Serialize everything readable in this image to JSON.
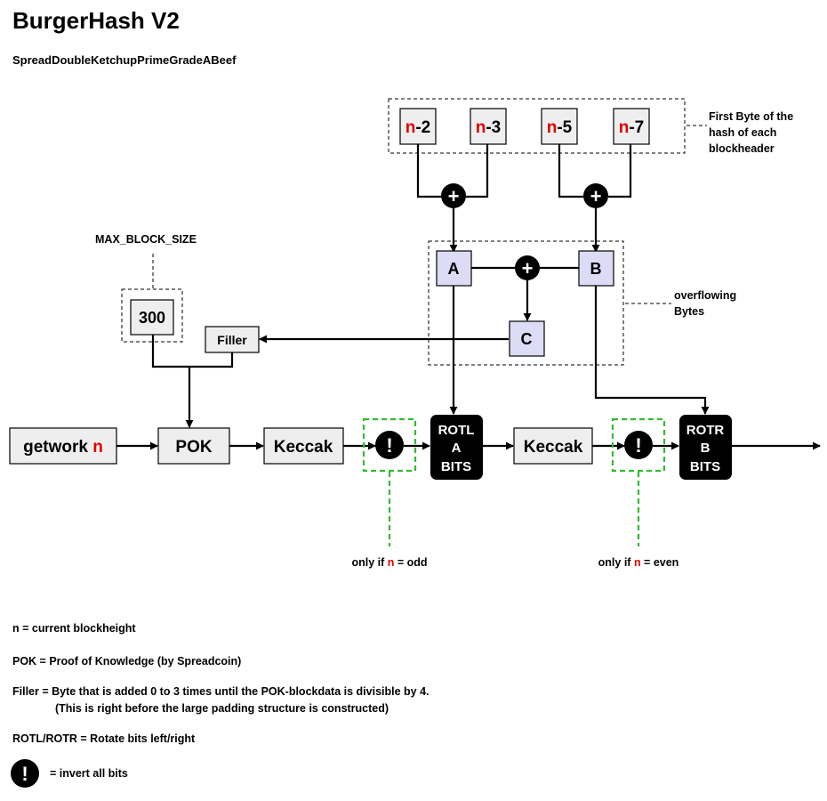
{
  "title": "BurgerHash V2",
  "subtitle": "SpreadDoubleKetchupPrimeGradeABeef",
  "inputs": [
    {
      "prefix": "n",
      "suffix": "-2"
    },
    {
      "prefix": "n",
      "suffix": "-3"
    },
    {
      "prefix": "n",
      "suffix": "-5"
    },
    {
      "prefix": "n",
      "suffix": "-7"
    }
  ],
  "inputs_note": [
    "First Byte of the",
    "hash of each",
    "blockheader"
  ],
  "overflow_note": [
    "overflowing",
    "Bytes"
  ],
  "max_block_label": "MAX_BLOCK_SIZE",
  "max_block_value": "300",
  "nodes": {
    "a": "A",
    "b": "B",
    "c": "C",
    "filler": "Filler",
    "getwork_prefix": "getwork ",
    "getwork_n": "n",
    "pok": "POK",
    "keccak1": "Keccak",
    "keccak2": "Keccak",
    "rotl": [
      "ROTL",
      "A",
      "BITS"
    ],
    "rotr": [
      "ROTR",
      "B",
      "BITS"
    ],
    "invert_symbol": "!",
    "plus_symbol": "+"
  },
  "conditions": {
    "odd": {
      "before": "only if ",
      "n": "n",
      "after": " = odd"
    },
    "even": {
      "before": "only if ",
      "n": "n",
      "after": " = even"
    }
  },
  "legend": {
    "n_def": "n = current blockheight",
    "pok_def": "POK = Proof of Knowledge (by Spreadcoin)",
    "filler_def": "Filler = Byte that is added 0 to 3 times until the POK-blockdata is divisible by 4.",
    "filler_def2": "(This is right before the large padding structure is constructed)",
    "rot_def": "ROTL/ROTR = Rotate bits left/right",
    "invert_def": "= invert all bits"
  },
  "colors": {
    "accent_red": "#e00000",
    "box_fill": "#eeeeee",
    "var_fill": "#dcdcf6",
    "dashed_green": "#33bb33"
  }
}
